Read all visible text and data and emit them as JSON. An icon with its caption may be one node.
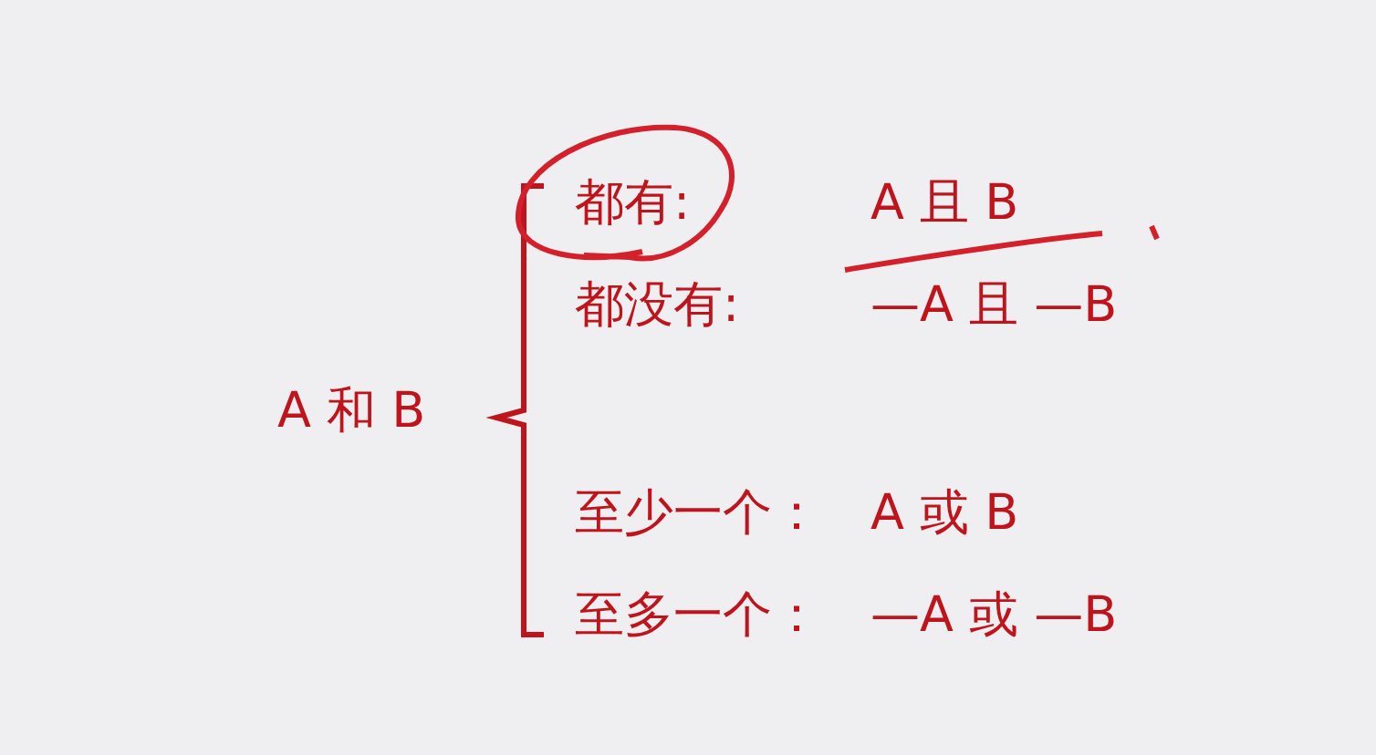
{
  "diagram": {
    "labels": [
      "都有:",
      "A 且 B",
      "都没有:",
      "—A 且 —B",
      "A 和 B",
      "至少一个：",
      "A 或 B",
      "至多一个：",
      "—A 或 —B"
    ]
  }
}
